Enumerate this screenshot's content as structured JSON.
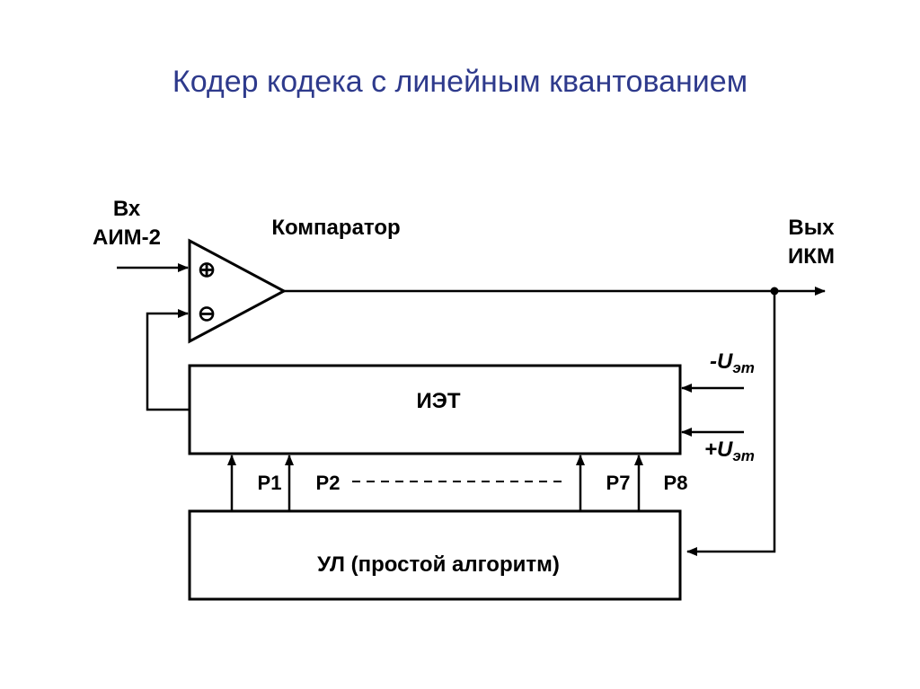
{
  "title": "Кодер кодека с линейным квантованием",
  "labels": {
    "input_line1": "Вх",
    "input_line2": "АИМ-2",
    "comparator": "Компаратор",
    "output_line1": "Вых",
    "output_line2": "ИКМ",
    "iet_block": "ИЭТ",
    "ul_block": "УЛ (простой алгоритм)",
    "u_minus_prefix": "-U",
    "u_plus_prefix": "+U",
    "u_subscript": "эт",
    "plus_symbol": "⊕",
    "minus_symbol": "⊖",
    "p1": "P1",
    "p2": "P2",
    "p7": "P7",
    "p8": "P8"
  }
}
